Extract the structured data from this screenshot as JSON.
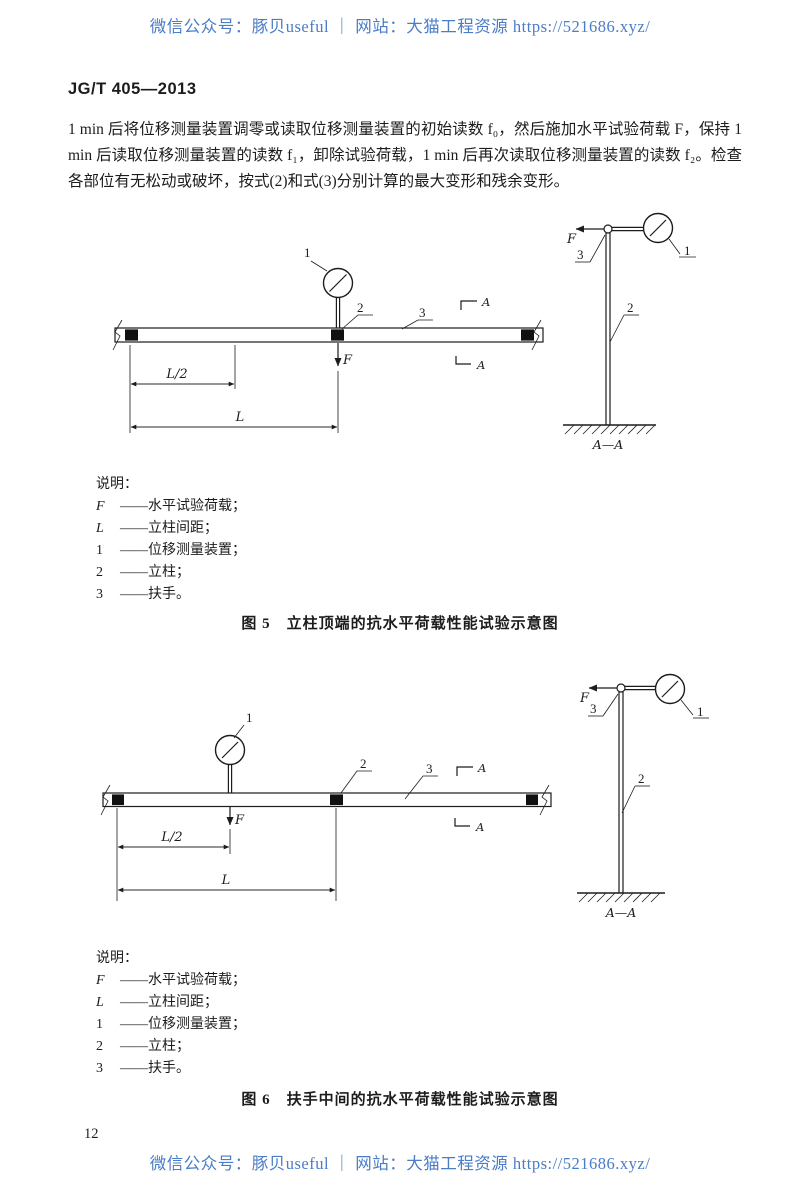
{
  "header": {
    "watermark": "微信公众号：豚贝useful ｜ 网站：大猫工程资源 https://521686.xyz/"
  },
  "document": {
    "standard_number": "JG/T 405—2013",
    "paragraph": "1 min 后将位移测量装置调零或读取位移测量装置的初始读数 f₀，然后施加水平试验荷载 F，保持 1 min 后读取位移测量装置的读数 f₁，卸除试验荷载，1 min 后再次读取位移测量装置的读数 f₂。检查各部位有无松动或破坏，按式(2)和式(3)分别计算的最大变形和残余变形。"
  },
  "diagram_labels": {
    "gauge": "1",
    "post": "2",
    "rail": "3",
    "force": "F",
    "half_span": "L/2",
    "span": "L",
    "section_letter": "A",
    "section_view": "A—A"
  },
  "figure5": {
    "caption": "图 5　立柱顶端的抗水平荷载性能试验示意图",
    "legend": {
      "title": "说明：",
      "items": [
        {
          "symbol": "F",
          "desc": "——水平试验荷载；"
        },
        {
          "symbol": "L",
          "desc": "——立柱间距；"
        },
        {
          "symbol": "1",
          "desc": "——位移测量装置；"
        },
        {
          "symbol": "2",
          "desc": "——立柱；"
        },
        {
          "symbol": "3",
          "desc": "——扶手。"
        }
      ]
    }
  },
  "figure6": {
    "caption": "图 6　扶手中间的抗水平荷载性能试验示意图",
    "legend": {
      "title": "说明：",
      "items": [
        {
          "symbol": "F",
          "desc": "——水平试验荷载；"
        },
        {
          "symbol": "L",
          "desc": "——立柱间距；"
        },
        {
          "symbol": "1",
          "desc": "——位移测量装置；"
        },
        {
          "symbol": "2",
          "desc": "——立柱；"
        },
        {
          "symbol": "3",
          "desc": "——扶手。"
        }
      ]
    }
  },
  "footer": {
    "page_number": "12",
    "watermark": "微信公众号：豚贝useful ｜ 网站：大猫工程资源 https://521686.xyz/"
  },
  "colors": {
    "watermark_blue": "#4a7cc7",
    "ink": "#1c1c1c",
    "paper": "#ffffff"
  }
}
